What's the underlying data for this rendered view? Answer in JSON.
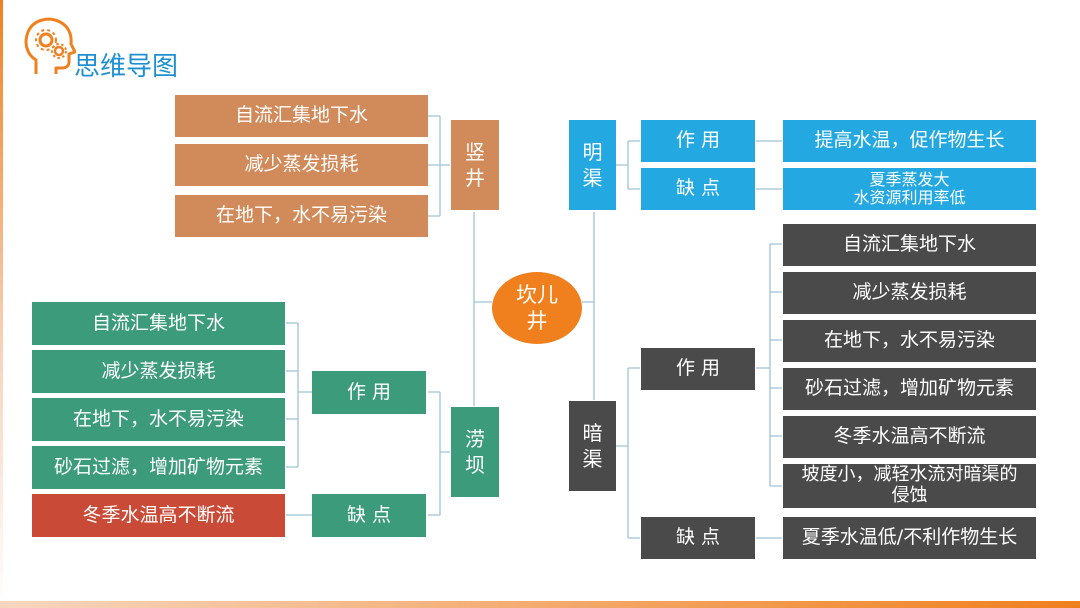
{
  "header": {
    "title": "思维导图"
  },
  "center": {
    "line1": "坎儿",
    "line2": "井"
  },
  "shaft": {
    "label1": "竖",
    "label2": "井",
    "items": [
      "自流汇集地下水",
      "减少蒸发损耗",
      "在地下，水不易污染"
    ]
  },
  "dam": {
    "label1": "涝",
    "label2": "坝",
    "function_label": "作 用",
    "drawback_label": "缺 点",
    "functions": [
      "自流汇集地下水",
      "减少蒸发损耗",
      "在地下，水不易污染",
      "砂石过滤，增加矿物元素"
    ],
    "drawbacks": [
      "冬季水温高不断流"
    ]
  },
  "open_channel": {
    "label1": "明",
    "label2": "渠",
    "function_label": "作 用",
    "drawback_label": "缺 点",
    "function_item": "提高水温，促作物生长",
    "drawback_line1": "夏季蒸发大",
    "drawback_line2": "水资源利用率低"
  },
  "hidden_channel": {
    "label1": "暗",
    "label2": "渠",
    "function_label": "作 用",
    "drawback_label": "缺 点",
    "functions": [
      "自流汇集地下水",
      "减少蒸发损耗",
      "在地下，水不易污染",
      "砂石过滤，增加矿物元素",
      "冬季水温高不断流",
      "坡度小，减轻水流对暗渠的侵蚀"
    ],
    "drawbacks": [
      "夏季水温低/不利作物生长"
    ]
  },
  "colors": {
    "shaft": "#d18a5a",
    "dam": "#3c9b7a",
    "dam_drawback": "#c94a36",
    "open_channel": "#23a8e2",
    "hidden_channel": "#4a4a4a",
    "center": "#f0801e",
    "title": "#1e8fcf"
  }
}
